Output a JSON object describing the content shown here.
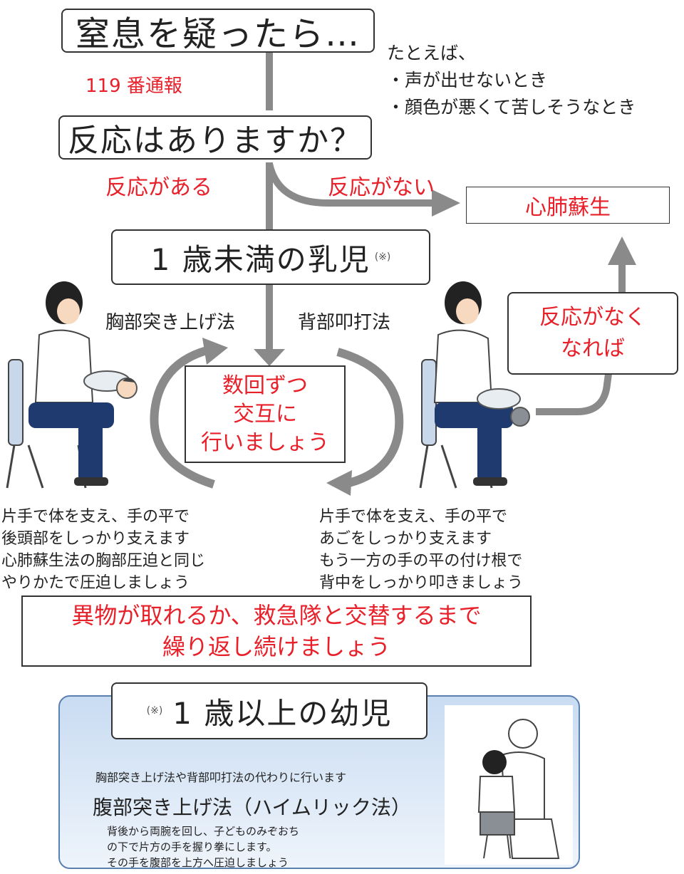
{
  "steps": {
    "suspect": "窒息を疑ったら…",
    "call": "119 番通報",
    "examples_head": "たとえば、",
    "examples": [
      "・声が出せないとき",
      "・顔色が悪くて苦しそうなとき"
    ],
    "responsive_q": "反応はありますか？",
    "yes": "反応がある",
    "no": "反応がない",
    "cpr": "心肺蘇生",
    "infant": "1 歳未満の乳児",
    "infant_note": "(※)",
    "chest_thrust": "胸部突き上げ法",
    "back_blow": "背部叩打法",
    "alternate": [
      "数回ずつ",
      "交互に",
      "行いましょう"
    ],
    "no_response_later": [
      "反応がなく",
      "なれば"
    ],
    "chest_caption": [
      "片手で体を支え、手の平で",
      "後頭部をしっかり支えます",
      "心肺蘇生法の胸部圧迫と同じ",
      "やりかたで圧迫しましょう"
    ],
    "back_caption": [
      "片手で体を支え、手の平で",
      "あごをしっかり支えます",
      "もう一方の手の平の付け根で",
      "背中をしっかり叩きましょう"
    ],
    "repeat": [
      "異物が取れるか、救急隊と交替するまで",
      "繰り返し続けましょう"
    ],
    "child_note": "(※)",
    "child": "1 歳以上の幼児",
    "child_sub": "胸部突き上げ法や背部叩打法の代わりに行います",
    "heimlich": "腹部突き上げ法（ハイムリック法）",
    "heimlich_desc": [
      "背後から両腕を回し、子どものみぞおち",
      "の下で片方の手を握り拳にします。",
      "その手を腹部を上方へ圧迫しましょう"
    ]
  },
  "colors": {
    "red": "#e8202a",
    "arrow": "#8a8a8a",
    "panel": "#d6e6f7"
  }
}
